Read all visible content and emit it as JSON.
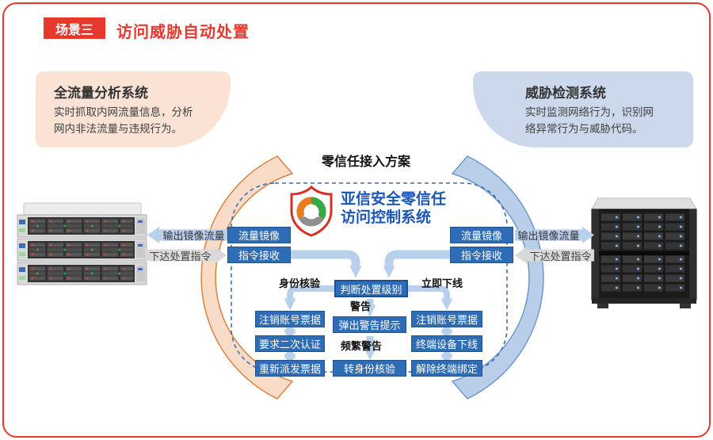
{
  "header": {
    "badge": "场景三",
    "title": "访问威胁自动处置"
  },
  "left_panel": {
    "title": "全流量分析系统",
    "desc1": "实时抓取内网流量信息，分析",
    "desc2": "网内非法流量与违规行为。"
  },
  "right_panel": {
    "title": "威胁检测系统",
    "desc1": "实时监测网络行为，识别网",
    "desc2": "络异常行为与威胁代码。"
  },
  "scheme_title": "零信任接入方案",
  "logo": {
    "line1": "亚信安全零信任",
    "line2": "访问控制系统"
  },
  "left_link": {
    "out": "输出镜像流量",
    "in": "下达处置指令",
    "mirror": "流量镜像",
    "receive": "指令接收"
  },
  "right_link": {
    "out": "输出镜像流量",
    "in": "下达处置指令",
    "mirror": "流量镜像",
    "receive": "指令接收"
  },
  "flow": {
    "judge": "判断处置级别",
    "identity_label": "身份核验",
    "offline_label": "立即下线",
    "warning_label": "警告",
    "frequent_label": "频繁警告",
    "left_column": [
      "注销账号票据",
      "要求二次认证",
      "重新派发票据"
    ],
    "center_column": [
      "弹出警告提示",
      "转身份核验"
    ],
    "right_column": [
      "注销账号票据",
      "终端设备下线",
      "解除终端绑定"
    ]
  },
  "colors": {
    "accent_red": "#e6392e",
    "box_blue": "#2e6cb5",
    "arrow_blue": "#b9d0ec",
    "arrow_gray": "#d9d9d9",
    "panel_peach": "#fae3d5",
    "panel_blue": "#ccd9ec",
    "arc_orange_border": "#d9823d",
    "arc_blue_border": "#7097cb",
    "logo_blue": "#1a57b4"
  }
}
